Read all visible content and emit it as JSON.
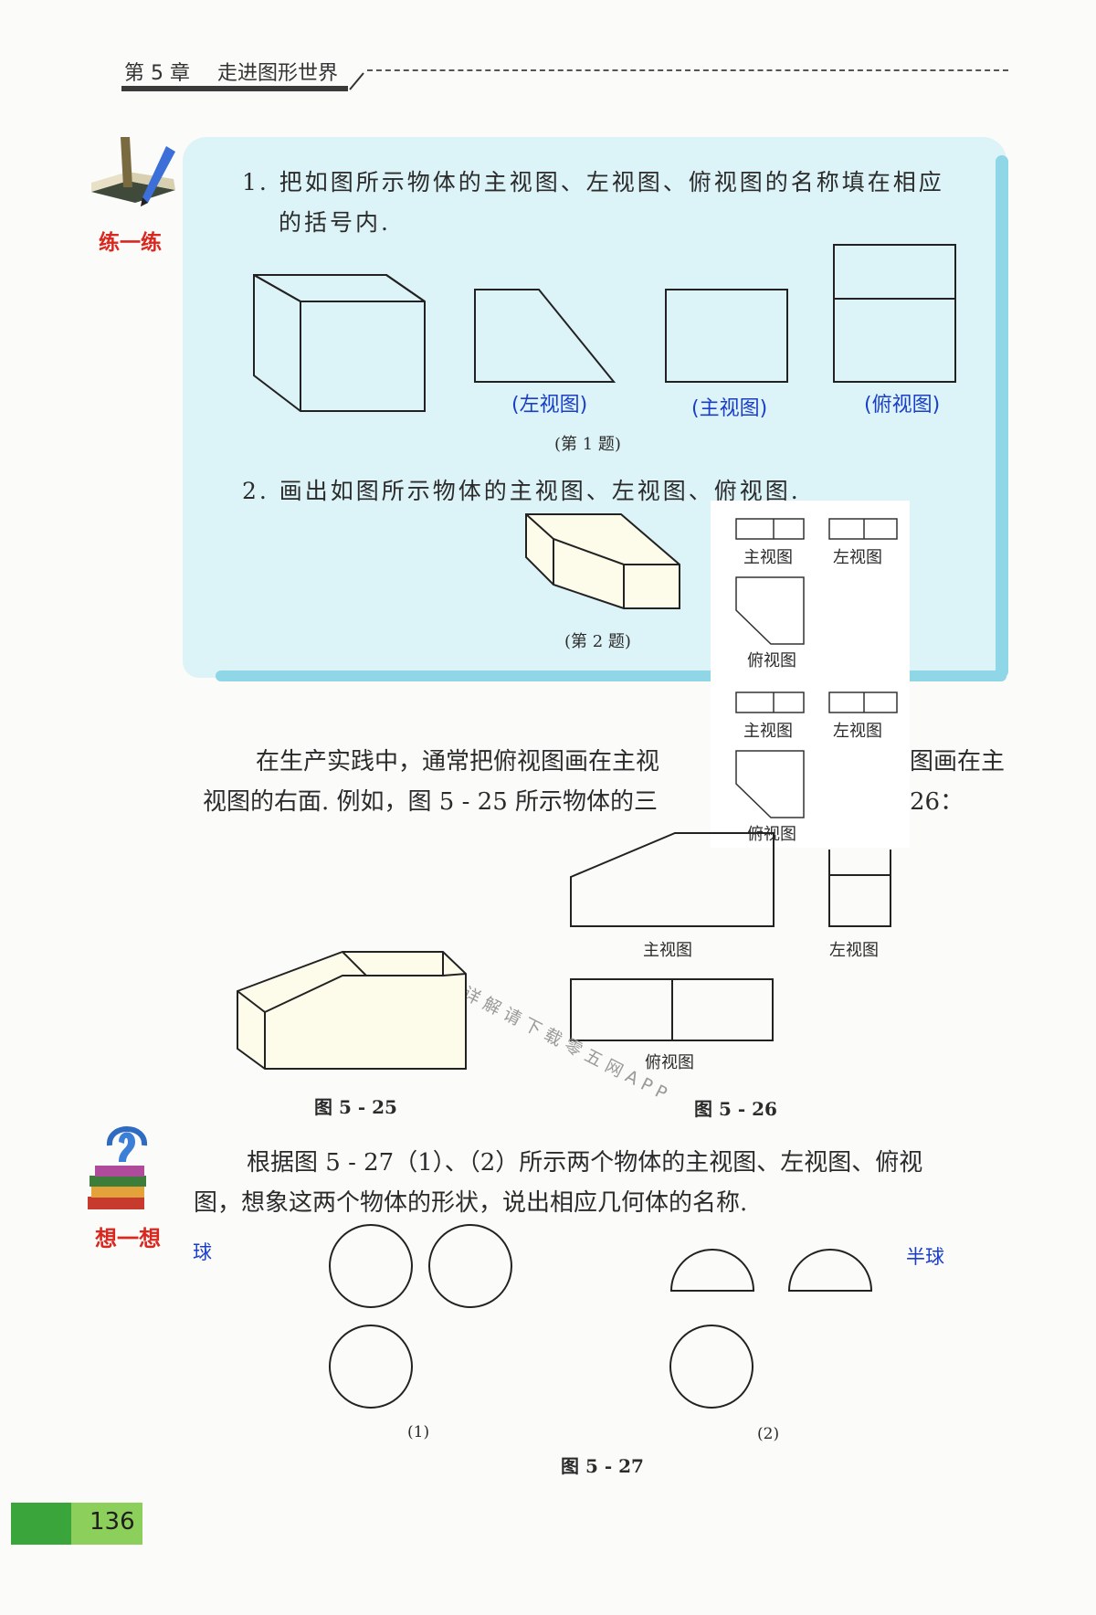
{
  "header": {
    "chapter": "第 5 章",
    "chapter_title": "走进图形世界"
  },
  "practice": {
    "badge_label": "练一练",
    "q1_text_line1": "1. 把如图所示物体的主视图、左视图、俯视图的名称填在相应",
    "q1_text_line2": "的括号内.",
    "answers": [
      "(左视图)",
      "(主视图)",
      "(俯视图)"
    ],
    "q1_caption": "(第 1 题)",
    "q2_text": "2. 画出如图所示物体的主视图、左视图、俯视图.",
    "q2_caption": "(第 2 题)"
  },
  "answer_sketch": {
    "labels_set1": [
      "主视图",
      "左视图",
      "俯视图"
    ],
    "labels_set2": [
      "主视图",
      "左视图",
      "俯视图"
    ]
  },
  "body": {
    "para_line1_a": "在生产实践中，通常把俯视图画在主视",
    "para_line1_b": "图画在主",
    "para_line2_a": "视图的右面. 例如，图 5 - 25 所示物体的三",
    "para_line2_b": "26："
  },
  "fig_5_26": {
    "front_label": "主视图",
    "left_label": "左视图",
    "top_label": "俯视图",
    "caption": "图 5 - 26"
  },
  "fig_5_25": {
    "caption": "图 5 - 25"
  },
  "watermark": "更多详解请下载零五网APP",
  "think": {
    "badge_label": "想一想",
    "text_line1": "根据图 5 - 27（1）、（2）所示两个物体的主视图、左视图、俯视",
    "text_line2": "图，想象这两个物体的形状，说出相应几何体的名称.",
    "answer1": "球",
    "answer2": "半球",
    "sub1": "(1)",
    "sub2": "(2)",
    "caption": "图 5 - 27"
  },
  "page_number": "136",
  "colors": {
    "practice_bg": "#dcf3f7",
    "practice_border": "#8fd6e6",
    "answer_blue": "#1a3ec8",
    "badge_red": "#d8281f",
    "page_green": "#3aa53a"
  }
}
